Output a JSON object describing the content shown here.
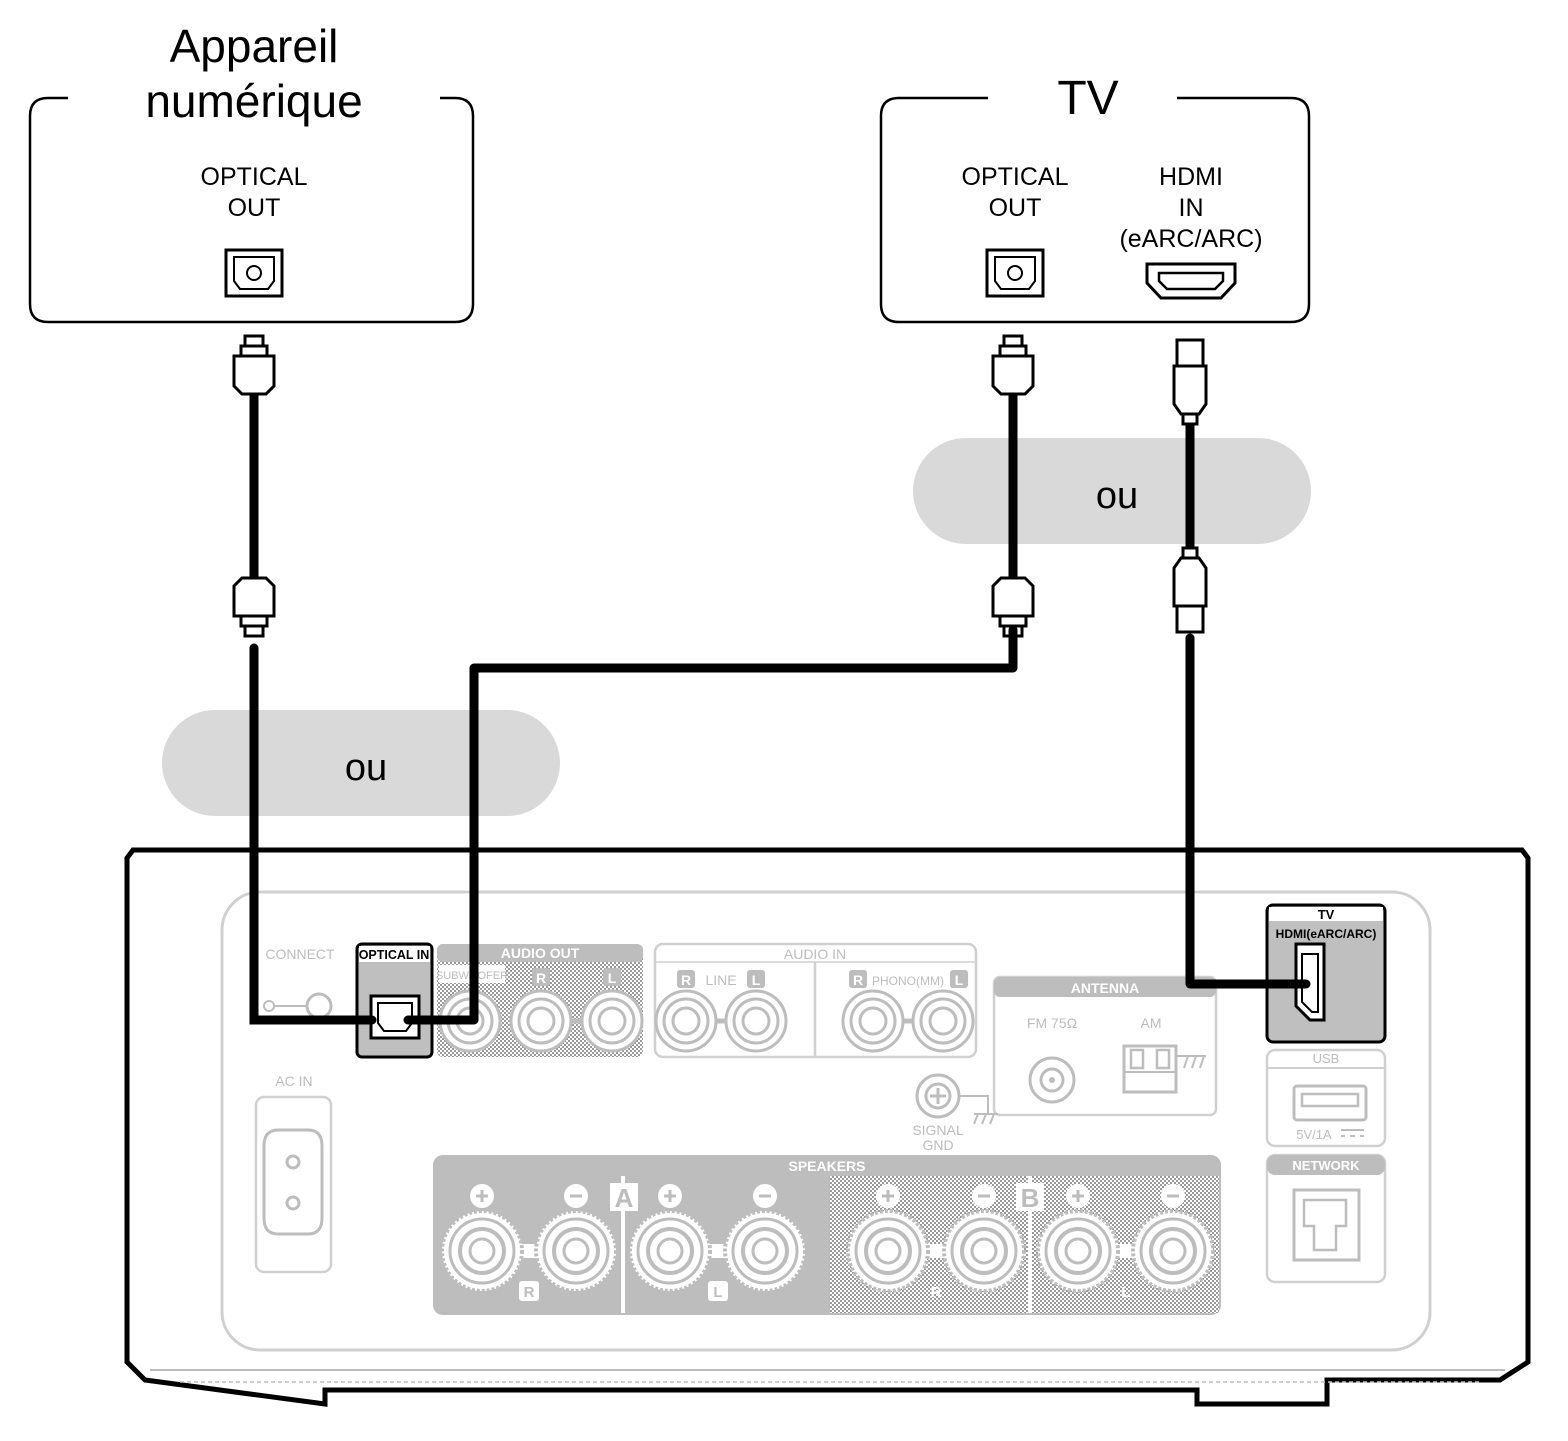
{
  "devices": {
    "digital": {
      "title_line1": "Appareil",
      "title_line2": "numérique",
      "port_label_line1": "OPTICAL",
      "port_label_line2": "OUT",
      "port_icon": "optical-port-icon"
    },
    "tv": {
      "title": "TV",
      "optical_label_line1": "OPTICAL",
      "optical_label_line2": "OUT",
      "hdmi_label_line1": "HDMI",
      "hdmi_label_line2": "IN",
      "hdmi_label_line3": "(eARC/ARC)",
      "optical_icon": "optical-port-icon",
      "hdmi_icon": "hdmi-port-icon"
    }
  },
  "or_labels": {
    "top": "ou",
    "bottom": "ou"
  },
  "rear_panel": {
    "connect": "CONNECT",
    "optical_in": "OPTICAL IN",
    "audio_out": "AUDIO OUT",
    "subwoofer": "SUBWOOFER",
    "r": "R",
    "l": "L",
    "audio_in": "AUDIO IN",
    "line": "LINE",
    "phono": "PHONO(MM)",
    "antenna": "ANTENNA",
    "fm": "FM 75Ω",
    "am": "AM",
    "signal_gnd_line1": "SIGNAL",
    "signal_gnd_line2": "GND",
    "ac_in": "AC IN",
    "speakers": "SPEAKERS",
    "speaker_a": "A",
    "speaker_b": "B",
    "plus": "+",
    "minus": "−",
    "tv": "TV",
    "hdmi_earc": "HDMI(eARC/ARC)",
    "usb": "USB",
    "usb_rating": "5V/1A",
    "network": "NETWORK"
  },
  "colors": {
    "cable": "#000000",
    "panel_grey": "#bdbdbd",
    "or_bubble": "#d9d9d9",
    "highlight_port": "#bfbfbf"
  }
}
